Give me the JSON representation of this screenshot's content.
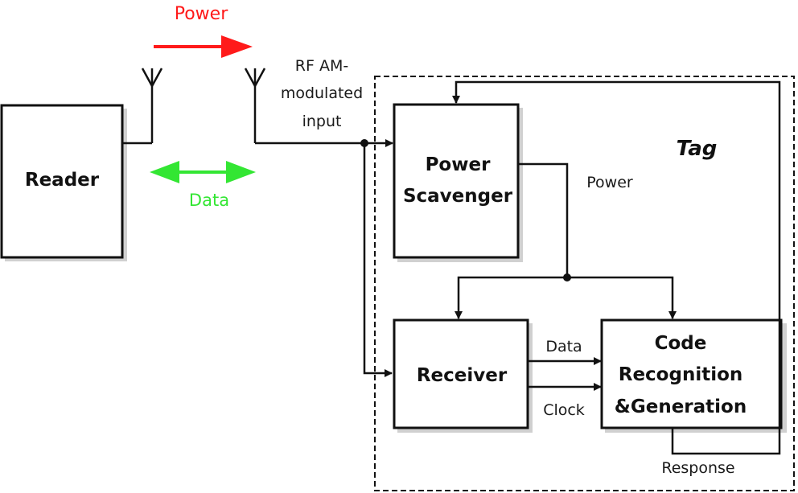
{
  "diagram": {
    "title": "RFID Reader-Tag system block diagram",
    "colors": {
      "power_arrow": "#ff1a1a",
      "data_arrow": "#33e633",
      "line": "#111111",
      "shadow": "#c8c8c8"
    },
    "labels": {
      "power_top": "Power",
      "data_link": "Data",
      "rf_input_line1": "RF AM-",
      "rf_input_line2": "modulated",
      "rf_input_line3": "input",
      "tag": "Tag",
      "power_internal": "Power",
      "data_internal": "Data",
      "clock": "Clock",
      "response": "Response"
    },
    "blocks": {
      "reader": "Reader",
      "power_scavenger_line1": "Power",
      "power_scavenger_line2": "Scavenger",
      "receiver": "Receiver",
      "code_line1": "Code",
      "code_line2": "Recognition",
      "code_line3": "&Generation"
    }
  }
}
